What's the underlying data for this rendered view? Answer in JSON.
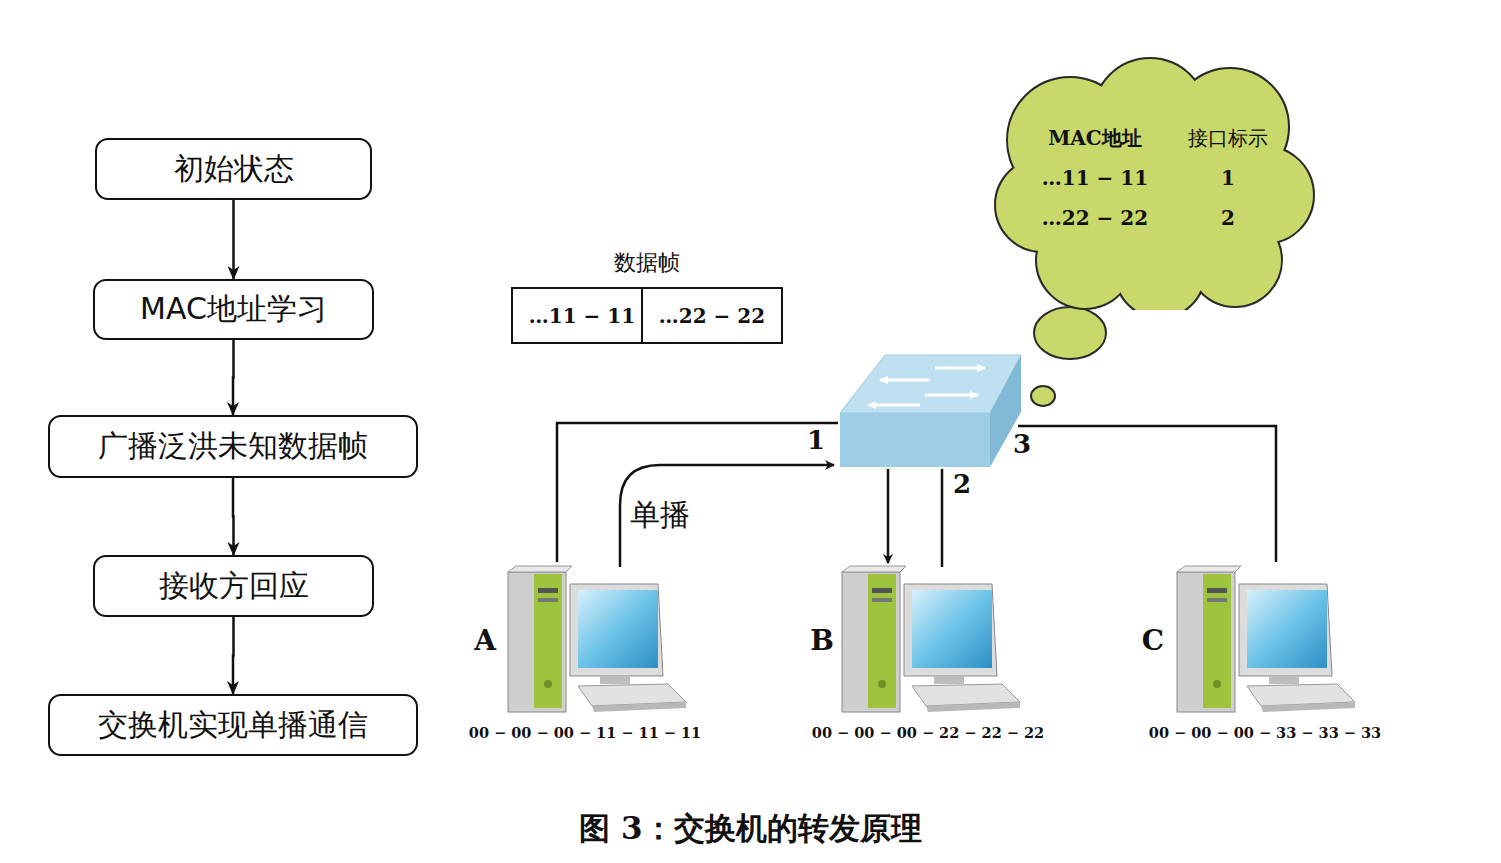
{
  "diagram": {
    "caption": "图 3：交换机的转发原理",
    "nodes": [
      {
        "text": [
          "初始状态"
        ]
      },
      {
        "text": [
          "MAC地址学习"
        ]
      },
      {
        "text": [
          "广播泛洪未知数据帧"
        ]
      },
      {
        "text": [
          "接收方回应"
        ]
      },
      {
        "text": [
          "交换机实现单播通信"
        ]
      },
      {
        "text": [
          "数据帧"
        ]
      },
      {
        "text": [
          "…11 − 11"
        ],
        "in": 5
      },
      {
        "text": [
          "…22 − 22"
        ],
        "in": 5
      },
      {
        "text": [
          "MAC地址",
          "接口标示",
          "…11 − 11",
          "1",
          "…22 − 22",
          "2"
        ]
      },
      {
        "text": [
          "A",
          "00 − 00 − 00 − 11 − 11 − 11"
        ]
      },
      {
        "text": [
          "B",
          "00 − 00 − 00 − 22 − 22 − 22"
        ]
      },
      {
        "text": [
          "C",
          "00 − 00 − 00 − 33 − 33 − 33"
        ]
      }
    ],
    "edges": [
      {
        "from": 0,
        "to": 1,
        "arrow": "to"
      },
      {
        "from": 1,
        "to": 2,
        "arrow": "to"
      },
      {
        "from": 2,
        "to": 3,
        "arrow": "to"
      },
      {
        "from": 3,
        "to": 4,
        "arrow": "to"
      }
    ],
    "labels": [
      "1",
      "2",
      "3",
      "单播"
    ]
  }
}
